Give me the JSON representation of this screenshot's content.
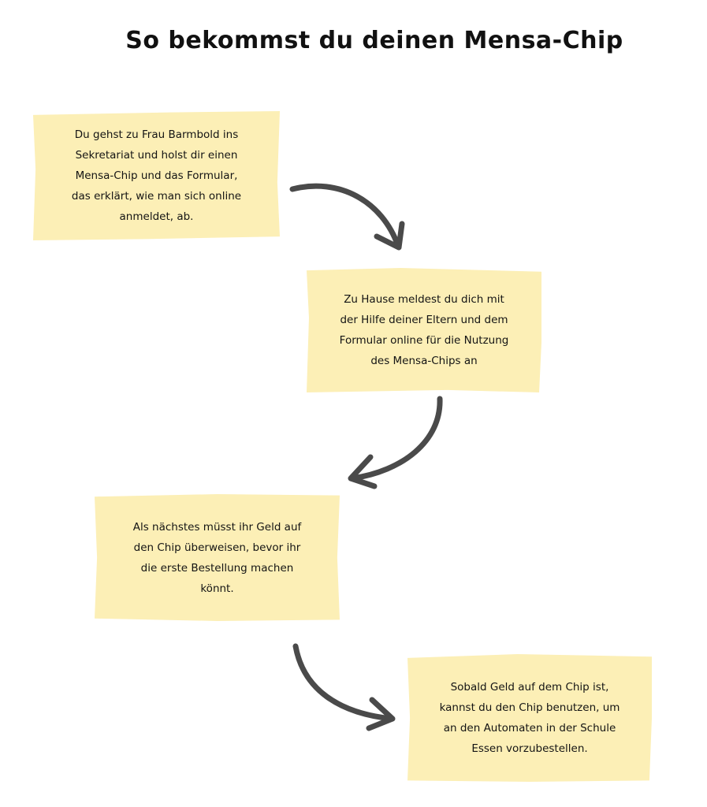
{
  "title": "So bekommst du deinen Mensa-Chip",
  "steps": [
    {
      "text": "Du gehst zu Frau Barmbold ins\nSekretariat und holst dir einen\nMensa-Chip und das Formular,\ndas erklärt, wie man sich online\nanmeldet, ab."
    },
    {
      "text": "Zu Hause meldest du dich mit\nder Hilfe deiner Eltern und dem\nFormular online für die Nutzung\ndes Mensa-Chips an"
    },
    {
      "text": "Als nächstes müsst ihr Geld auf\nden Chip überweisen, bevor ihr\ndie erste Bestellung machen\nkönnt."
    },
    {
      "text": "Sobald Geld auf dem Chip ist,\nkannst du den Chip benutzen, um\nan den Automaten in der Schule\nEssen vorzubestellen."
    }
  ],
  "colors": {
    "note_background": "#fcefb6",
    "arrow": "#4a4a4a",
    "text": "#141414"
  }
}
